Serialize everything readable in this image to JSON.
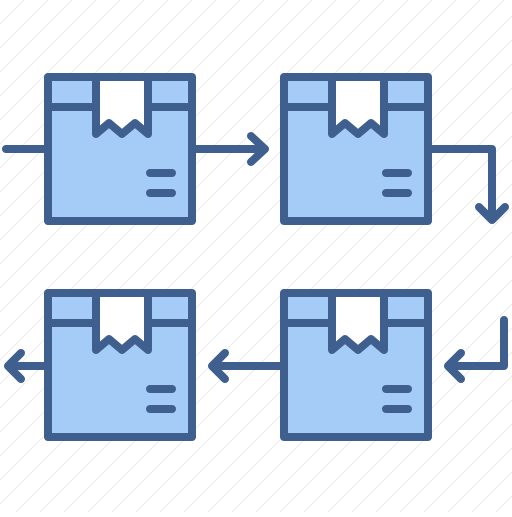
{
  "icon": {
    "subject": "package-flow-icon",
    "boxes": [
      {
        "id": "top-left"
      },
      {
        "id": "top-right"
      },
      {
        "id": "bottom-right"
      },
      {
        "id": "bottom-left"
      }
    ],
    "arrows": [
      {
        "id": "incoming-arrow",
        "direction": "right"
      },
      {
        "id": "top-connector-arrow",
        "direction": "right"
      },
      {
        "id": "right-down-arrow",
        "direction": "down"
      },
      {
        "id": "right-return-arrow",
        "direction": "left"
      },
      {
        "id": "bottom-connector-arrow",
        "direction": "left"
      },
      {
        "id": "outgoing-arrow",
        "direction": "left"
      }
    ]
  },
  "colors": {
    "outline": "#3F5F8F",
    "box_fill": "#A5CCF7",
    "tape_fill": "#FFFFFF",
    "background": "#FFFFFF",
    "background_stripes": "#ECECEC"
  }
}
